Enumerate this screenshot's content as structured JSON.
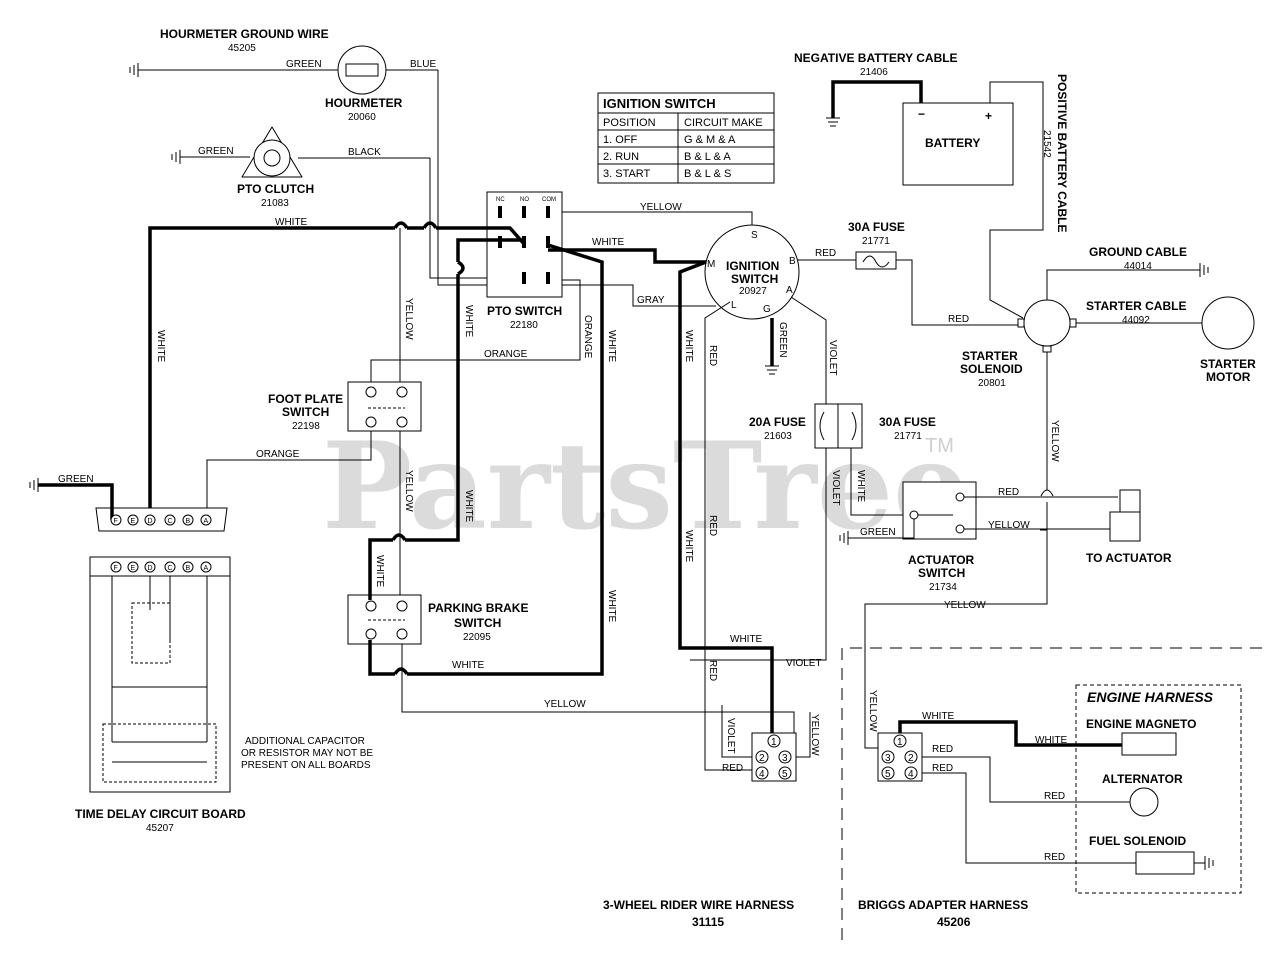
{
  "watermark": {
    "text": "PartsTree",
    "tm": "TM"
  },
  "hourmeter_ground": {
    "label": "HOURMETER GROUND WIRE",
    "num": "45205"
  },
  "hourmeter": {
    "label": "HOURMETER",
    "num": "20060"
  },
  "pto_clutch": {
    "label": "PTO CLUTCH",
    "num": "21083"
  },
  "pto_switch": {
    "label": "PTO SWITCH",
    "num": "22180",
    "pins": [
      "NC",
      "NO",
      "COM"
    ]
  },
  "ignition_table": {
    "title": "IGNITION SWITCH",
    "headers": [
      "POSITION",
      "CIRCUIT MAKE"
    ],
    "rows": [
      [
        "1. OFF",
        "G & M & A"
      ],
      [
        "2. RUN",
        "B & L & A"
      ],
      [
        "3. START",
        "B & L & S"
      ]
    ]
  },
  "ignition_switch": {
    "label1": "IGNITION",
    "label2": "SWITCH",
    "num": "20927",
    "terminals": [
      "S",
      "M",
      "B",
      "A",
      "L",
      "G"
    ]
  },
  "neg_battery": {
    "label": "NEGATIVE BATTERY CABLE",
    "num": "21406"
  },
  "battery": {
    "label": "BATTERY",
    "minus": "−",
    "plus": "+"
  },
  "pos_battery": {
    "label": "POSITIVE BATTERY CABLE",
    "num": "21542"
  },
  "fuse30a_top": {
    "label": "30A FUSE",
    "num": "21771"
  },
  "ground_cable": {
    "label": "GROUND CABLE",
    "num": "44014"
  },
  "starter_cable": {
    "label": "STARTER CABLE",
    "num": "44092"
  },
  "starter_solenoid": {
    "label1": "STARTER",
    "label2": "SOLENOID",
    "num": "20801"
  },
  "starter_motor": {
    "label1": "STARTER",
    "label2": "MOTOR"
  },
  "foot_plate": {
    "label1": "FOOT PLATE",
    "label2": "SWITCH",
    "num": "22198"
  },
  "fuse20a": {
    "label": "20A FUSE",
    "num": "21603"
  },
  "fuse30a_mid": {
    "label": "30A FUSE",
    "num": "21771"
  },
  "actuator_switch": {
    "label1": "ACTUATOR",
    "label2": "SWITCH",
    "num": "21734"
  },
  "to_actuator": "TO ACTUATOR",
  "parking_brake": {
    "label1": "PARKING BRAKE",
    "label2": "SWITCH",
    "num": "22095"
  },
  "time_delay": {
    "label": "TIME DELAY CIRCUIT BOARD",
    "num": "45207",
    "terminals": [
      "F",
      "E",
      "D",
      "C",
      "B",
      "A"
    ]
  },
  "capacitor_note": [
    "ADDITIONAL CAPACITOR",
    "OR RESISTOR MAY NOT BE",
    "PRESENT ON ALL BOARDS"
  ],
  "rider_harness": {
    "label": "3-WHEEL RIDER WIRE HARNESS",
    "num": "31115"
  },
  "briggs_harness": {
    "label": "BRIGGS ADAPTER HARNESS",
    "num": "45206"
  },
  "engine_harness": {
    "title": "ENGINE HARNESS",
    "magneto": "ENGINE MAGNETO",
    "alternator": "ALTERNATOR",
    "fuel": "FUEL SOLENOID"
  },
  "connector_pins": [
    "1",
    "2",
    "3",
    "4",
    "5"
  ],
  "wires": {
    "green": "GREEN",
    "blue": "BLUE",
    "black": "BLACK",
    "white": "WHITE",
    "yellow": "YELLOW",
    "orange": "ORANGE",
    "gray": "GRAY",
    "red": "RED",
    "violet": "VIOLET"
  },
  "colors": {
    "ink": "#000000",
    "watermark": "#cfcfcf"
  }
}
